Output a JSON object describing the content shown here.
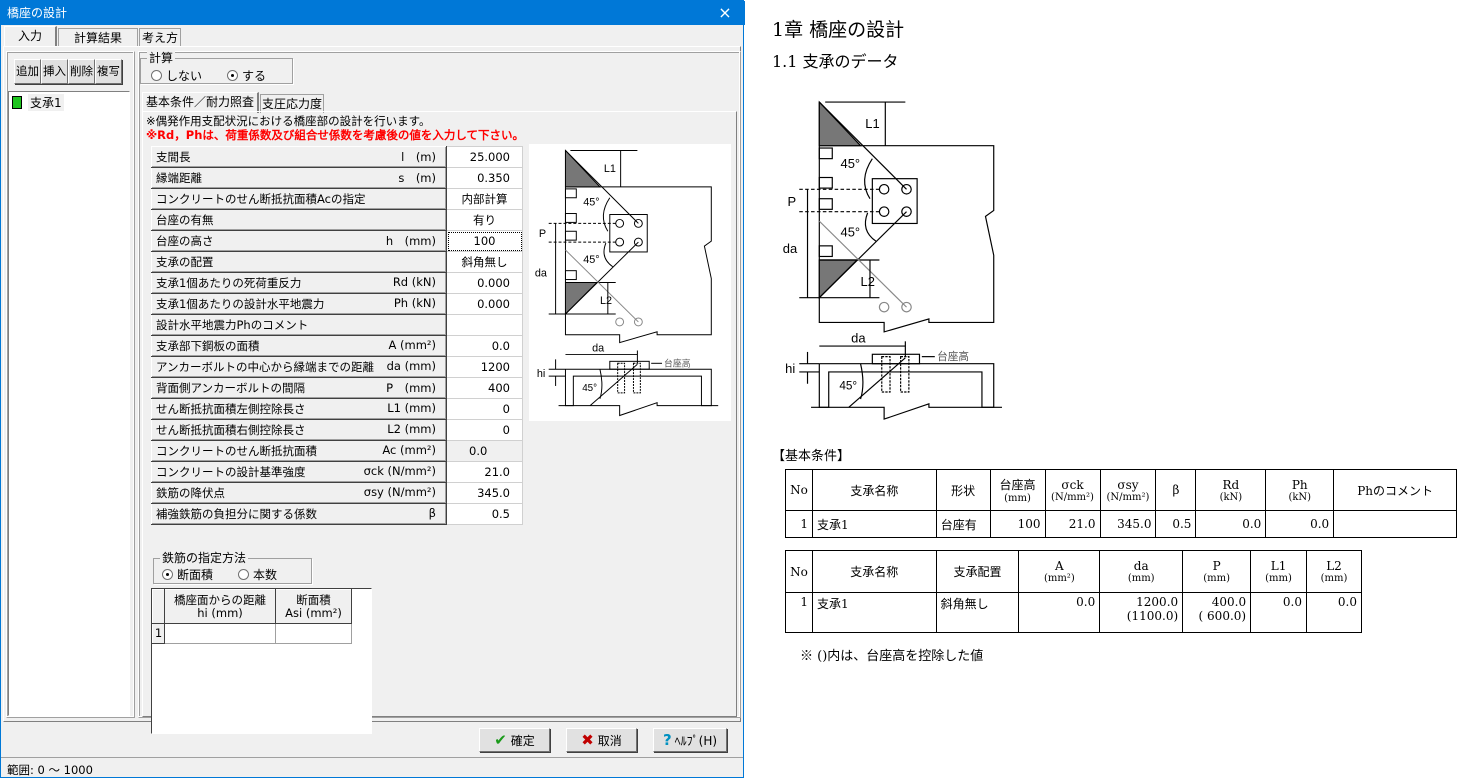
{
  "window": {
    "title": "橋座の設計",
    "close_icon": "×"
  },
  "main_tabs": [
    {
      "label": "入力"
    },
    {
      "label": "計算結果"
    },
    {
      "label": "考え方"
    }
  ],
  "toolbar": {
    "add": "追加",
    "insert": "挿入",
    "delete": "削除",
    "copy": "複写"
  },
  "bearing_list": [
    {
      "label": "支承1"
    }
  ],
  "calc_group": {
    "legend": "計算",
    "options": [
      "しない",
      "する"
    ],
    "selected": "する"
  },
  "sub_tabs": [
    {
      "label": "基本条件／耐力照査"
    },
    {
      "label": "支圧応力度"
    }
  ],
  "notes": {
    "info": "※偶発作用支配状況における橋座部の設計を行います。",
    "warning": "※Rd，Phは、荷重係数及び組合せ係数を考慮後の値を入力して下さい。"
  },
  "input_rows": [
    {
      "label": "支間長",
      "unit": "l　(m)",
      "value": "25.000"
    },
    {
      "label": "縁端距離",
      "unit": "s　(m)",
      "value": "0.350"
    },
    {
      "label": "コンクリートのせん断抵抗面積Acの指定",
      "unit": "",
      "value": "内部計算"
    },
    {
      "label": "台座の有無",
      "unit": "",
      "value": "有り"
    },
    {
      "label": "台座の高さ",
      "unit": "h　(mm)",
      "value": "100"
    },
    {
      "label": "支承の配置",
      "unit": "",
      "value": "斜角無し"
    },
    {
      "label": "支承1個あたりの死荷重反力",
      "unit": "Rd (kN)",
      "value": "0.000"
    },
    {
      "label": "支承1個あたりの設計水平地震力",
      "unit": "Ph (kN)",
      "value": "0.000"
    },
    {
      "label": "設計水平地震力Phのコメント",
      "unit": "",
      "value": ""
    },
    {
      "label": " 支承部下鋼板の面積",
      "unit": "A (mm²)",
      "value": "0.0"
    },
    {
      "label": "アンカーボルトの中心から縁端までの距離",
      "unit": "da (mm)",
      "value": "1200"
    },
    {
      "label": "背面側アンカーボルトの間隔",
      "unit": "P　(mm)",
      "value": "400"
    },
    {
      "label": "せん断抵抗面積左側控除長さ",
      "unit": "L1 (mm)",
      "value": "0"
    },
    {
      "label": "せん断抵抗面積右側控除長さ",
      "unit": "L2 (mm)",
      "value": "0"
    },
    {
      "label": "コンクリートのせん断抵抗面積",
      "unit": "Ac (mm²)",
      "value": "0.0"
    },
    {
      "label": "コンクリートの設計基準強度",
      "unit": "σck (N/mm²)",
      "value": "21.0"
    },
    {
      "label": "鉄筋の降伏点",
      "unit": "σsy (N/mm²)",
      "value": "345.0"
    },
    {
      "label": "補強鉄筋の負担分に関する係数",
      "unit": "β",
      "value": "0.5"
    }
  ],
  "diagram_labels": {
    "L1": "L1",
    "L2": "L2",
    "P": "P",
    "da": "da",
    "angle": "45°",
    "hi": "hi",
    "pedestal": "台座高"
  },
  "rebar_group": {
    "legend": "鉄筋の指定方法",
    "options": [
      "断面積",
      "本数"
    ],
    "selected": "断面積"
  },
  "rebar_grid": {
    "headers": [
      [
        "橋座面からの距離",
        "hi (mm)"
      ],
      [
        "断面積",
        "Asi (mm²)"
      ]
    ],
    "rows": [
      {
        "no": "1",
        "hi": "",
        "asi": ""
      }
    ]
  },
  "buttons": {
    "ok": "確定",
    "cancel": "取消",
    "help": "ﾍﾙﾌﾟ(H)"
  },
  "status": {
    "text": "範囲: 0 〜 1000"
  },
  "report": {
    "chapter": "1章  橋座の設計",
    "section": "1.1  支承のデータ",
    "basic_title": "【基本条件】",
    "table1": {
      "headers": [
        [
          "No"
        ],
        [
          "支承名称"
        ],
        [
          "形状"
        ],
        [
          "台座高",
          "(mm)"
        ],
        [
          "σck",
          "(N/mm²)"
        ],
        [
          "σsy",
          "(N/mm²)"
        ],
        [
          "β"
        ],
        [
          "Rd",
          "(kN)"
        ],
        [
          "Ph",
          "(kN)"
        ],
        [
          "Phのコメント"
        ]
      ],
      "row": [
        "1",
        "支承1",
        "台座有",
        "100",
        "21.0",
        "345.0",
        "0.5",
        "0.0",
        "0.0",
        ""
      ]
    },
    "table2": {
      "headers": [
        [
          "No"
        ],
        [
          "支承名称"
        ],
        [
          "支承配置"
        ],
        [
          "A",
          "(mm²)"
        ],
        [
          "da",
          "(mm)"
        ],
        [
          "P",
          "(mm)"
        ],
        [
          "L1",
          "(mm)"
        ],
        [
          "L2",
          "(mm)"
        ]
      ],
      "row": [
        "1",
        "支承1",
        "斜角無し",
        "0.0",
        "1200.0",
        "400.0",
        "0.0",
        "0.0"
      ],
      "row_sub": [
        "",
        "",
        "",
        "",
        "(1100.0)",
        "( 600.0)",
        "",
        ""
      ]
    },
    "footnote": "※ ()内は、台座高を控除した値"
  }
}
